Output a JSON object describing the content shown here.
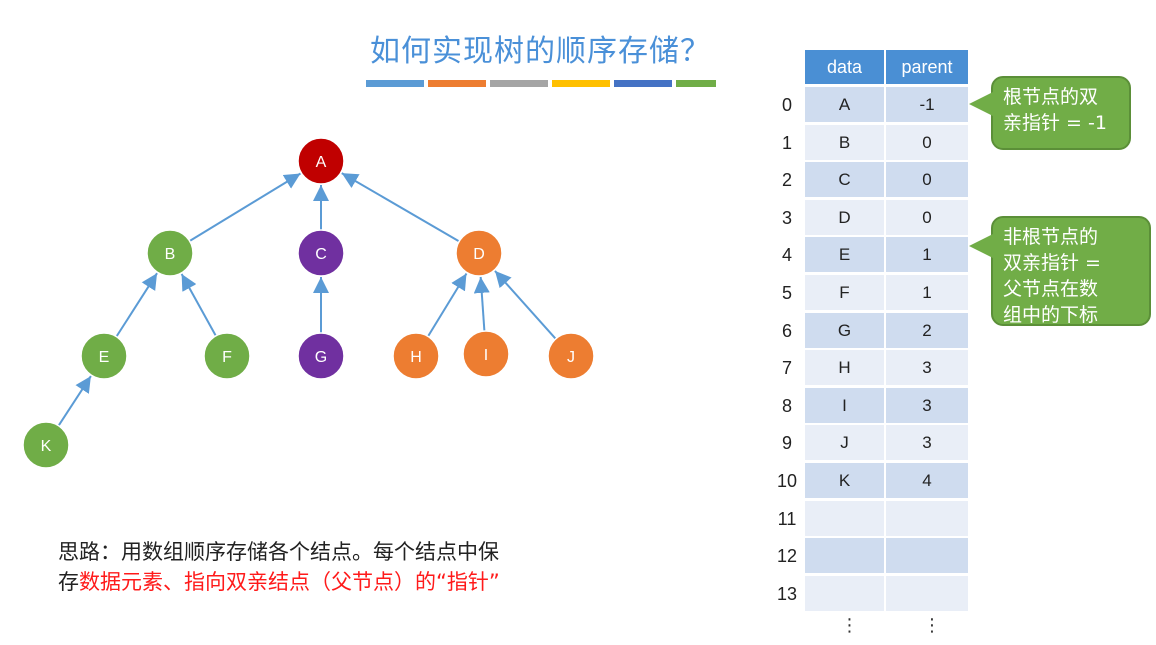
{
  "title": "如何实现树的顺序存储？",
  "stripe_colors": [
    "#5b9bd5",
    "#ed7d31",
    "#a5a5a5",
    "#ffc000",
    "#4472c4",
    "#70ad47"
  ],
  "tree": {
    "nodes": [
      {
        "id": "A",
        "label": "A",
        "color": "#c00000"
      },
      {
        "id": "B",
        "label": "B",
        "color": "#70ad47"
      },
      {
        "id": "C",
        "label": "C",
        "color": "#7030a0"
      },
      {
        "id": "D",
        "label": "D",
        "color": "#ed7d31"
      },
      {
        "id": "E",
        "label": "E",
        "color": "#70ad47"
      },
      {
        "id": "F",
        "label": "F",
        "color": "#70ad47"
      },
      {
        "id": "G",
        "label": "G",
        "color": "#7030a0"
      },
      {
        "id": "H",
        "label": "H",
        "color": "#ed7d31"
      },
      {
        "id": "I",
        "label": "I",
        "color": "#ed7d31"
      },
      {
        "id": "J",
        "label": "J",
        "color": "#ed7d31"
      },
      {
        "id": "K",
        "label": "K",
        "color": "#70ad47"
      }
    ],
    "edges": [
      [
        "B",
        "A"
      ],
      [
        "C",
        "A"
      ],
      [
        "D",
        "A"
      ],
      [
        "E",
        "B"
      ],
      [
        "F",
        "B"
      ],
      [
        "G",
        "C"
      ],
      [
        "H",
        "D"
      ],
      [
        "I",
        "D"
      ],
      [
        "J",
        "D"
      ],
      [
        "K",
        "E"
      ]
    ],
    "edge_color": "#5b9bd5"
  },
  "description": {
    "line1": "思路：用数组顺序存储各个结点。每个结点中保",
    "line2_prefix": "存",
    "line2_red": "数据元素、指向双亲结点（父节点）的“指针”"
  },
  "table": {
    "headers": {
      "data": "data",
      "parent": "parent"
    },
    "rows": [
      {
        "index": "0",
        "data": "A",
        "parent": "-1"
      },
      {
        "index": "1",
        "data": "B",
        "parent": "0"
      },
      {
        "index": "2",
        "data": "C",
        "parent": "0"
      },
      {
        "index": "3",
        "data": "D",
        "parent": "0"
      },
      {
        "index": "4",
        "data": "E",
        "parent": "1"
      },
      {
        "index": "5",
        "data": "F",
        "parent": "1"
      },
      {
        "index": "6",
        "data": "G",
        "parent": "2"
      },
      {
        "index": "7",
        "data": "H",
        "parent": "3"
      },
      {
        "index": "8",
        "data": "I",
        "parent": "3"
      },
      {
        "index": "9",
        "data": "J",
        "parent": "3"
      },
      {
        "index": "10",
        "data": "K",
        "parent": "4"
      },
      {
        "index": "11",
        "data": "",
        "parent": ""
      },
      {
        "index": "12",
        "data": "",
        "parent": ""
      },
      {
        "index": "13",
        "data": "",
        "parent": ""
      }
    ],
    "ellipsis": "⋮",
    "header_color": "#4a8fd4",
    "row_color_dark": "#cfdcef",
    "row_color_light": "#e9eef7"
  },
  "callouts": {
    "root": {
      "line1": "根节点的双",
      "line2": "亲指针 = -1"
    },
    "nonroot": {
      "line1": "非根节点的",
      "line2": "双亲指针 =",
      "line3": "父节点在数",
      "line4": "组中的下标"
    }
  }
}
